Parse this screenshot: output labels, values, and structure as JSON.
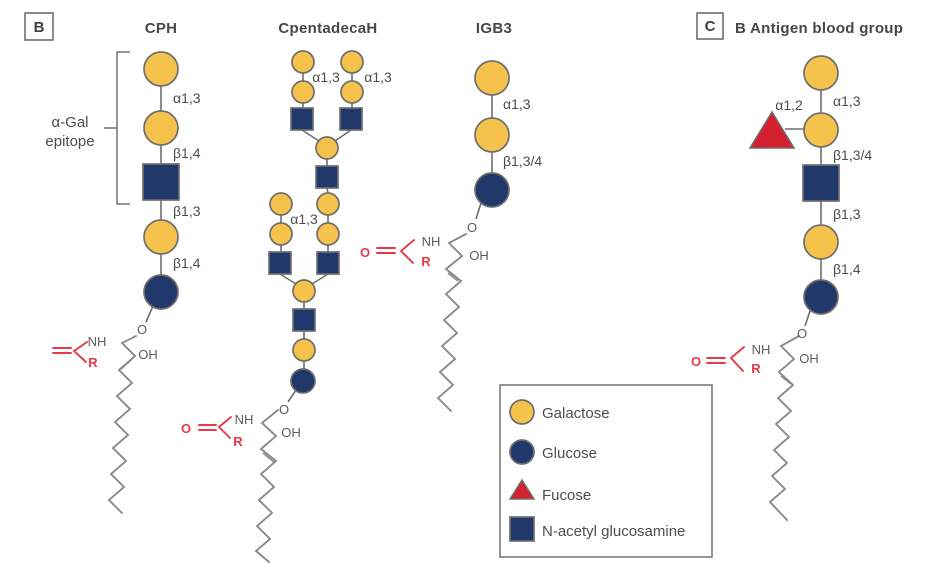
{
  "panel_b": {
    "tag": "B",
    "cph": {
      "title": "CPH",
      "epitope_line1": "α-Gal",
      "epitope_line2": "epitope",
      "linkages": [
        "α1,3",
        "β1,4",
        "β1,3",
        "β1,4"
      ]
    },
    "cpentadecah": {
      "title": "CpentadecaH",
      "linkages": [
        "α1,3",
        "α1,3",
        "α1,3"
      ]
    },
    "igb3": {
      "title": "IGB3",
      "linkages": [
        "α1,3",
        "β1,3/4"
      ]
    }
  },
  "panel_c": {
    "tag": "C",
    "title": "B Antigen blood group",
    "linkages": [
      "α1,2",
      "α1,3",
      "β1,3/4",
      "β1,3",
      "β1,4"
    ]
  },
  "ceramide": {
    "o": "O",
    "nh": "NH",
    "oh": "OH",
    "r": "R",
    "carbonyl_o": "O"
  },
  "legend": {
    "items": [
      {
        "icon": "galactose-circle",
        "label": "Galactose"
      },
      {
        "icon": "glucose-circle",
        "label": "Glucose"
      },
      {
        "icon": "fucose-triangle",
        "label": "Fucose"
      },
      {
        "icon": "nacetylglucosamine-square",
        "label": "N-acetyl glucosamine"
      }
    ]
  },
  "colors": {
    "galactose": "#F5C34B",
    "glucose": "#21386B",
    "n_acetyl_glucosamine": "#21386B",
    "fucose": "#D5202F",
    "red_accent": "#E73946",
    "outline_gray": "#6E6E6E",
    "text_gray": "#4D4D4D"
  }
}
